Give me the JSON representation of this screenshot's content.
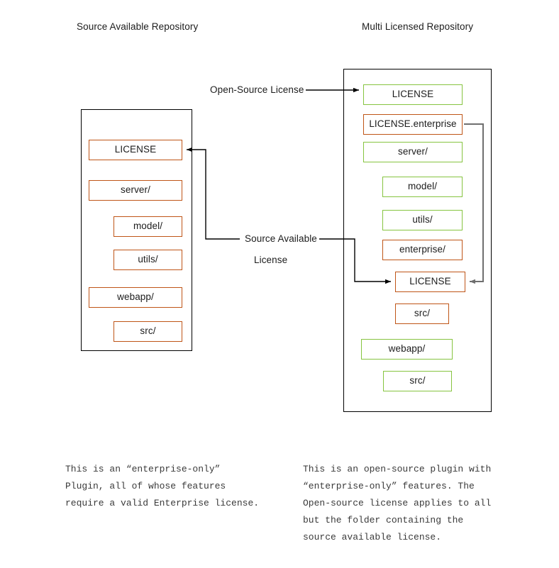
{
  "diagram": {
    "title_left": "Source Available Repository",
    "title_right": "Multi Licensed Repository",
    "colors": {
      "source_available": "#bf5517",
      "open_source": "#86c440",
      "container_border": "#000000",
      "arrow_black": "#000000",
      "arrow_gray": "#6f6f6f",
      "background": "#ffffff"
    }
  },
  "edge_labels": {
    "open_source_license": "Open-Source License",
    "source_available_line1": "Source Available",
    "source_available_line2": "License"
  },
  "repo_left": {
    "name": "Source Available Repository",
    "entries": [
      {
        "label": "LICENSE",
        "license": "source-available",
        "indent": 0
      },
      {
        "label": "server/",
        "license": "source-available",
        "indent": 0
      },
      {
        "label": "model/",
        "license": "source-available",
        "indent": 1
      },
      {
        "label": "utils/",
        "license": "source-available",
        "indent": 1
      },
      {
        "label": "webapp/",
        "license": "source-available",
        "indent": 0
      },
      {
        "label": "src/",
        "license": "source-available",
        "indent": 1
      }
    ]
  },
  "repo_right": {
    "name": "Multi Licensed Repository",
    "entries": [
      {
        "label": "LICENSE",
        "license": "open-source",
        "indent": 0
      },
      {
        "label": "LICENSE.enterprise",
        "license": "source-available",
        "indent": 0
      },
      {
        "label": "server/",
        "license": "open-source",
        "indent": 0
      },
      {
        "label": "model/",
        "license": "open-source",
        "indent": 1
      },
      {
        "label": "utils/",
        "license": "open-source",
        "indent": 1
      },
      {
        "label": "enterprise/",
        "license": "source-available",
        "indent": 1
      },
      {
        "label": "LICENSE",
        "license": "source-available",
        "indent": 2
      },
      {
        "label": "src/",
        "license": "source-available",
        "indent": 2
      },
      {
        "label": "webapp/",
        "license": "open-source",
        "indent": 0
      },
      {
        "label": "src/",
        "license": "open-source",
        "indent": 1
      }
    ]
  },
  "captions": {
    "left": "This is an “enterprise-only”\nPlugin, all of whose features\nrequire a valid Enterprise license.",
    "right": "This is an open-source plugin with\n“enterprise-only” features. The\nOpen-source license applies to all\nbut the folder containing the\nsource available license."
  }
}
